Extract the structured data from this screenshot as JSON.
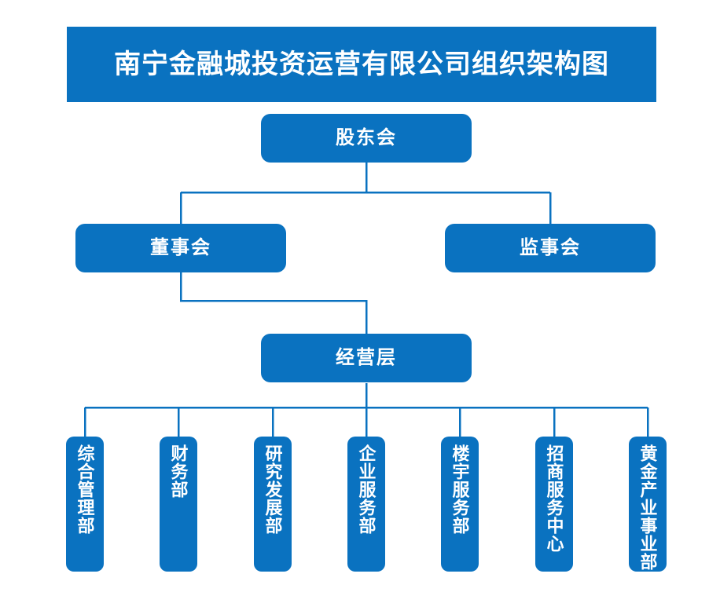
{
  "page": {
    "title": "南宁金融城投资运营有限公司组织架构图",
    "background_color": "#ffffff",
    "accent_color": "#0A72C0",
    "line_color": "#0A72C0",
    "text_color": "#ffffff"
  },
  "chart_data": {
    "type": "diagram",
    "diagram_type": "org-chart",
    "title": "南宁金融城投资运营有限公司组织架构图",
    "orientation": "top-down",
    "levels": 4,
    "nodes": [
      {
        "id": "shareholders",
        "label": "股东会",
        "level": 1,
        "orientation": "horizontal"
      },
      {
        "id": "board-directors",
        "label": "董事会",
        "level": 2,
        "orientation": "horizontal"
      },
      {
        "id": "board-supervisors",
        "label": "监事会",
        "level": 2,
        "orientation": "horizontal"
      },
      {
        "id": "management",
        "label": "经营层",
        "level": 3,
        "orientation": "horizontal"
      },
      {
        "id": "dept-1",
        "label": "综合管理部",
        "level": 4,
        "orientation": "vertical"
      },
      {
        "id": "dept-2",
        "label": "财务部",
        "level": 4,
        "orientation": "vertical"
      },
      {
        "id": "dept-3",
        "label": "研究发展部",
        "level": 4,
        "orientation": "vertical"
      },
      {
        "id": "dept-4",
        "label": "企业服务部",
        "level": 4,
        "orientation": "vertical"
      },
      {
        "id": "dept-5",
        "label": "楼宇服务部",
        "level": 4,
        "orientation": "vertical"
      },
      {
        "id": "dept-6",
        "label": "招商服务中心",
        "level": 4,
        "orientation": "vertical"
      },
      {
        "id": "dept-7",
        "label": "黄金产业事业部",
        "level": 4,
        "orientation": "vertical"
      }
    ],
    "edges": [
      {
        "from": "shareholders",
        "to": "board-directors"
      },
      {
        "from": "shareholders",
        "to": "board-supervisors"
      },
      {
        "from": "board-directors",
        "to": "management"
      },
      {
        "from": "management",
        "to": "dept-1"
      },
      {
        "from": "management",
        "to": "dept-2"
      },
      {
        "from": "management",
        "to": "dept-3"
      },
      {
        "from": "management",
        "to": "dept-4"
      },
      {
        "from": "management",
        "to": "dept-5"
      },
      {
        "from": "management",
        "to": "dept-6"
      },
      {
        "from": "management",
        "to": "dept-7"
      }
    ]
  },
  "boxes": {
    "shareholders": {
      "label": "股东会"
    },
    "board_directors": {
      "label": "董事会"
    },
    "board_supervisors": {
      "label": "监事会"
    },
    "management": {
      "label": "经营层"
    }
  },
  "departments": [
    {
      "label": "综合管理部"
    },
    {
      "label": "财务部"
    },
    {
      "label": "研究发展部"
    },
    {
      "label": "企业服务部"
    },
    {
      "label": "楼宇服务部"
    },
    {
      "label": "招商服务中心"
    },
    {
      "label": "黄金产业事业部"
    }
  ]
}
